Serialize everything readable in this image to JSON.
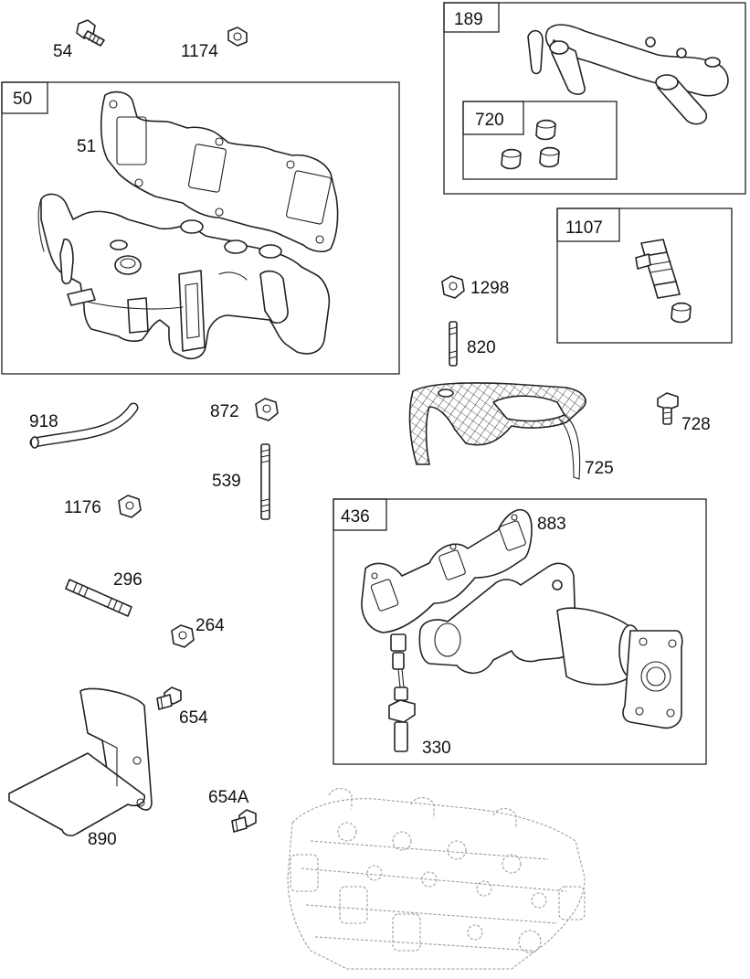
{
  "diagram_labels": {
    "p54": "54",
    "p1174": "1174",
    "p50": "50",
    "p51": "51",
    "p189": "189",
    "p720": "720",
    "p1107": "1107",
    "p1298": "1298",
    "p820": "820",
    "p918": "918",
    "p872": "872",
    "p539": "539",
    "p728": "728",
    "p725": "725",
    "p1176": "1176",
    "p436": "436",
    "p883": "883",
    "p296": "296",
    "p264": "264",
    "p654": "654",
    "p330": "330",
    "p654A": "654A",
    "p890": "890"
  }
}
